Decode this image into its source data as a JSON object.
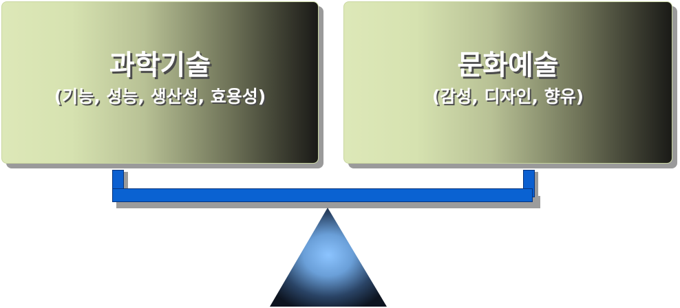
{
  "left_box": {
    "title": "과학기술",
    "subtitle": "(기능, 성능, 생산성, 효용성)"
  },
  "right_box": {
    "title": "문화예술",
    "subtitle": "(감성, 디자인, 향유)"
  },
  "colors": {
    "box_light": "#dde8b8",
    "box_dark": "#1a1a17",
    "beam_blue": "#0a62d2",
    "fulcrum_light": "#8cc4ff",
    "fulcrum_dark": "#0d1420",
    "shadow": "#9a9a9a"
  }
}
